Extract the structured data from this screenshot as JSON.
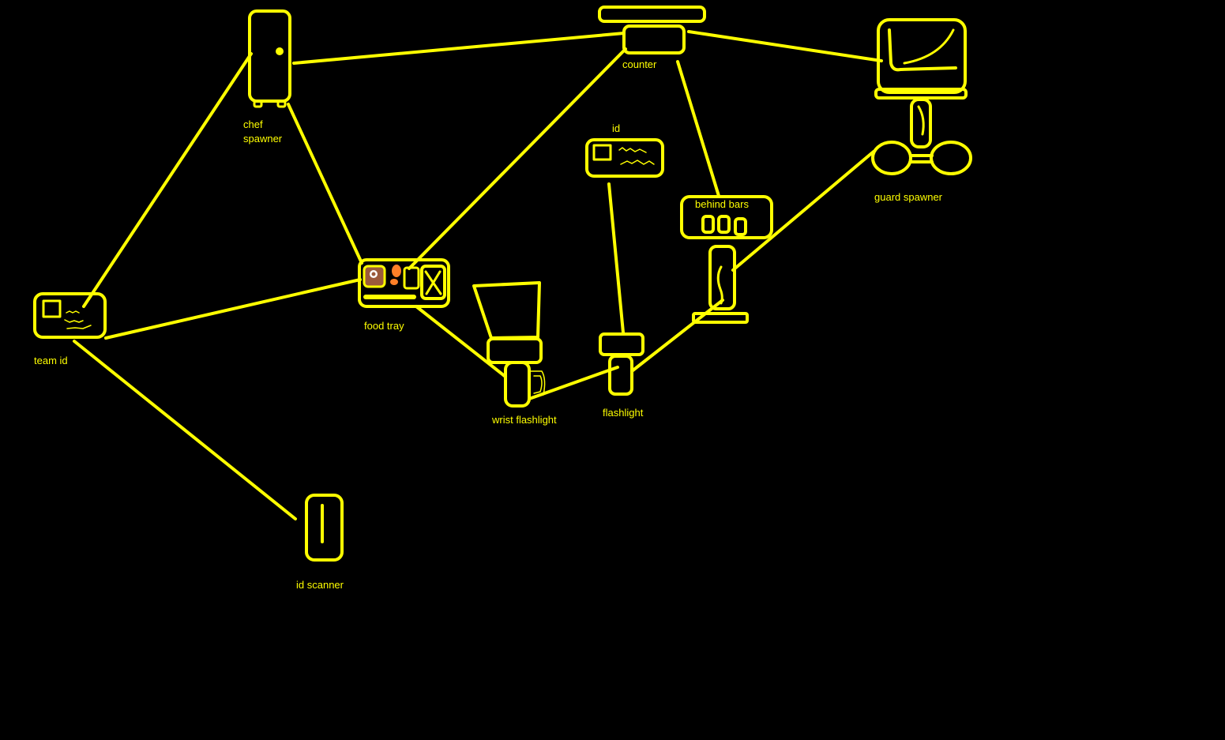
{
  "colors": {
    "background": "#000000",
    "stroke": "#ffff00",
    "accent_orange": "#ff7f27",
    "accent_brown": "#9c5a3c"
  },
  "nodes": {
    "chef_spawner": {
      "label_line1": "chef",
      "label_line2": "spawner",
      "icon": "fridge-icon"
    },
    "counter": {
      "label": "counter",
      "icon": "counter-icon"
    },
    "guard_spawner": {
      "label": "guard spawner",
      "icon": "monitor-on-rollers-icon"
    },
    "id": {
      "label": "id",
      "icon": "id-card-icon"
    },
    "behind_bars": {
      "label": "behind bars",
      "icon": "cell-bars-icon"
    },
    "team_id": {
      "label": "team id",
      "icon": "id-card-icon"
    },
    "food_tray": {
      "label": "food tray",
      "icon": "food-tray-icon"
    },
    "wrist_flashlight": {
      "label": "wrist flashlight",
      "icon": "wrist-flashlight-icon"
    },
    "flashlight": {
      "label": "flashlight",
      "icon": "flashlight-icon"
    },
    "id_scanner": {
      "label": "id scanner",
      "icon": "id-scanner-icon"
    }
  },
  "edges": [
    {
      "from": "chef_spawner",
      "to": "counter"
    },
    {
      "from": "counter",
      "to": "guard_spawner"
    },
    {
      "from": "chef_spawner",
      "to": "team_id"
    },
    {
      "from": "chef_spawner",
      "to": "food_tray"
    },
    {
      "from": "counter",
      "to": "food_tray"
    },
    {
      "from": "counter",
      "to": "behind_bars"
    },
    {
      "from": "team_id",
      "to": "food_tray"
    },
    {
      "from": "team_id",
      "to": "id_scanner"
    },
    {
      "from": "food_tray",
      "to": "wrist_flashlight"
    },
    {
      "from": "wrist_flashlight",
      "to": "flashlight"
    },
    {
      "from": "id",
      "to": "flashlight"
    },
    {
      "from": "flashlight",
      "to": "behind_bars"
    },
    {
      "from": "behind_bars",
      "to": "guard_spawner"
    }
  ]
}
